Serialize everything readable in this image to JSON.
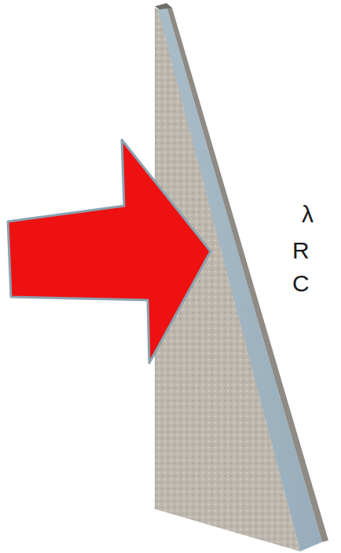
{
  "diagram": {
    "labels": [
      "λ",
      "R",
      "C"
    ]
  }
}
